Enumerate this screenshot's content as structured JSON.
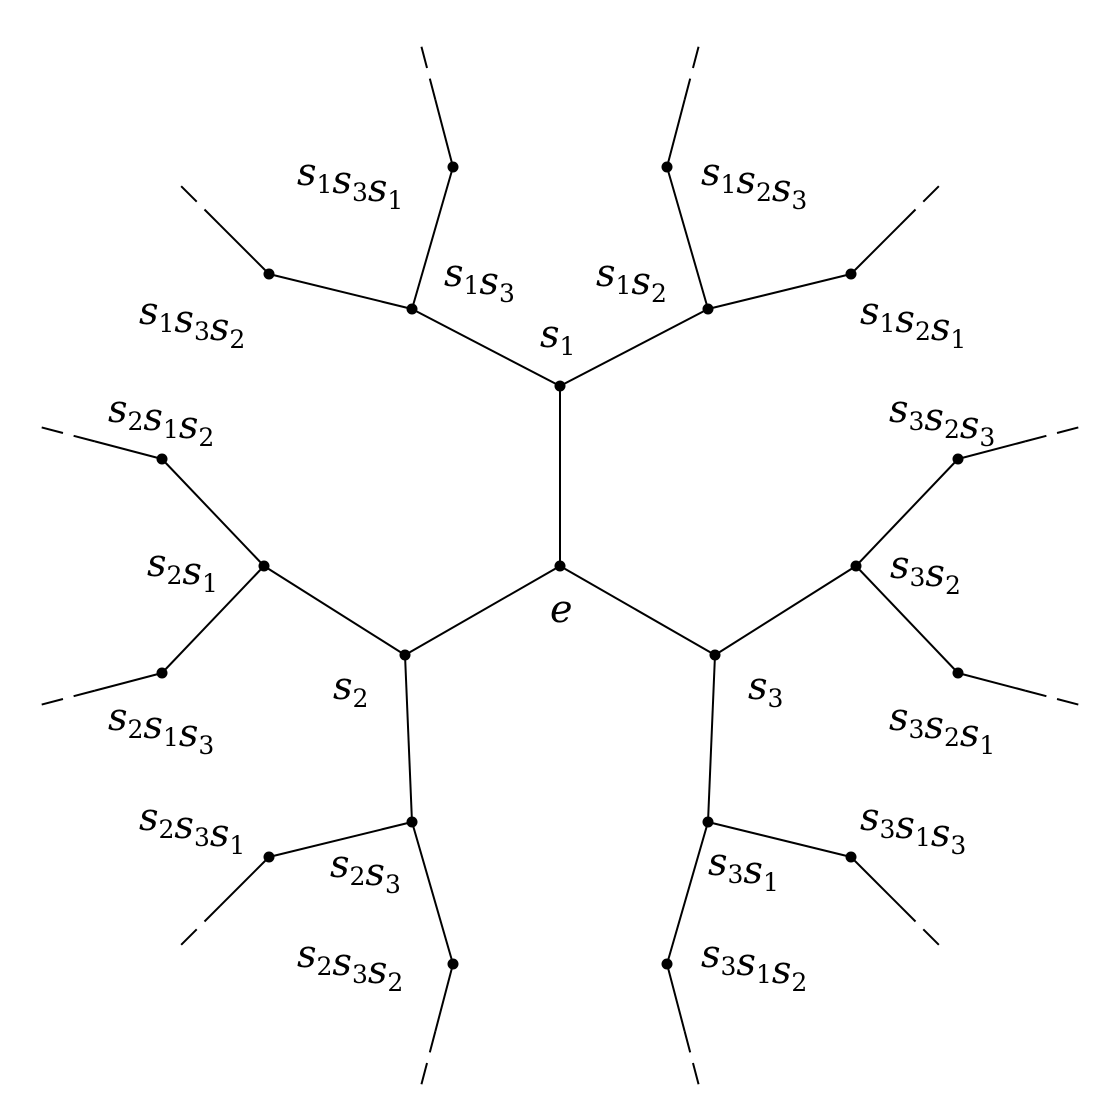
{
  "graph": {
    "nodes": [
      {
        "id": "e"
      },
      {
        "id": "s1"
      },
      {
        "id": "s2"
      },
      {
        "id": "s3"
      },
      {
        "id": "s1s3"
      },
      {
        "id": "s1s2"
      },
      {
        "id": "s2s1"
      },
      {
        "id": "s2s3"
      },
      {
        "id": "s3s2"
      },
      {
        "id": "s3s1"
      },
      {
        "id": "s1s3s1"
      },
      {
        "id": "s1s3s2"
      },
      {
        "id": "s1s2s3"
      },
      {
        "id": "s1s2s1"
      },
      {
        "id": "s2s1s2"
      },
      {
        "id": "s2s1s3"
      },
      {
        "id": "s2s3s1"
      },
      {
        "id": "s2s3s2"
      },
      {
        "id": "s3s2s3"
      },
      {
        "id": "s3s2s1"
      },
      {
        "id": "s3s1s3"
      },
      {
        "id": "s3s1s2"
      }
    ],
    "edges": [
      [
        "e",
        "s1"
      ],
      [
        "e",
        "s2"
      ],
      [
        "e",
        "s3"
      ],
      [
        "s1",
        "s1s3"
      ],
      [
        "s1",
        "s1s2"
      ],
      [
        "s2",
        "s2s1"
      ],
      [
        "s2",
        "s2s3"
      ],
      [
        "s3",
        "s3s2"
      ],
      [
        "s3",
        "s3s1"
      ],
      [
        "s1s3",
        "s1s3s1"
      ],
      [
        "s1s3",
        "s1s3s2"
      ],
      [
        "s1s2",
        "s1s2s3"
      ],
      [
        "s1s2",
        "s1s2s1"
      ],
      [
        "s2s1",
        "s2s1s2"
      ],
      [
        "s2s1",
        "s2s1s3"
      ],
      [
        "s2s3",
        "s2s3s1"
      ],
      [
        "s2s3",
        "s2s3s2"
      ],
      [
        "s3s2",
        "s3s2s3"
      ],
      [
        "s3s2",
        "s3s2s1"
      ],
      [
        "s3s1",
        "s3s1s3"
      ],
      [
        "s3s1",
        "s3s1s2"
      ]
    ],
    "continues_beyond": [
      "s1s3s1",
      "s1s3s2",
      "s1s2s3",
      "s1s2s1",
      "s2s1s2",
      "s2s1s3",
      "s2s3s1",
      "s2s3s2",
      "s3s2s3",
      "s3s2s1",
      "s3s1s3",
      "s3s1s2"
    ]
  },
  "labels": {
    "e": [
      "e"
    ],
    "s1": [
      "s1"
    ],
    "s2": [
      "s2"
    ],
    "s3": [
      "s3"
    ],
    "s1s3": [
      "s1",
      "s3"
    ],
    "s1s2": [
      "s1",
      "s2"
    ],
    "s2s1": [
      "s2",
      "s1"
    ],
    "s2s3": [
      "s2",
      "s3"
    ],
    "s3s2": [
      "s3",
      "s2"
    ],
    "s3s1": [
      "s3",
      "s1"
    ],
    "s1s3s1": [
      "s1",
      "s3",
      "s1"
    ],
    "s1s3s2": [
      "s1",
      "s3",
      "s2"
    ],
    "s1s2s3": [
      "s1",
      "s2",
      "s3"
    ],
    "s1s2s1": [
      "s1",
      "s2",
      "s1"
    ],
    "s2s1s2": [
      "s2",
      "s1",
      "s2"
    ],
    "s2s1s3": [
      "s2",
      "s1",
      "s3"
    ],
    "s2s3s1": [
      "s2",
      "s3",
      "s1"
    ],
    "s2s3s2": [
      "s2",
      "s3",
      "s2"
    ],
    "s3s2s3": [
      "s3",
      "s2",
      "s3"
    ],
    "s3s2s1": [
      "s3",
      "s2",
      "s1"
    ],
    "s3s1s3": [
      "s3",
      "s1",
      "s3"
    ],
    "s3s1s2": [
      "s3",
      "s1",
      "s2"
    ]
  }
}
